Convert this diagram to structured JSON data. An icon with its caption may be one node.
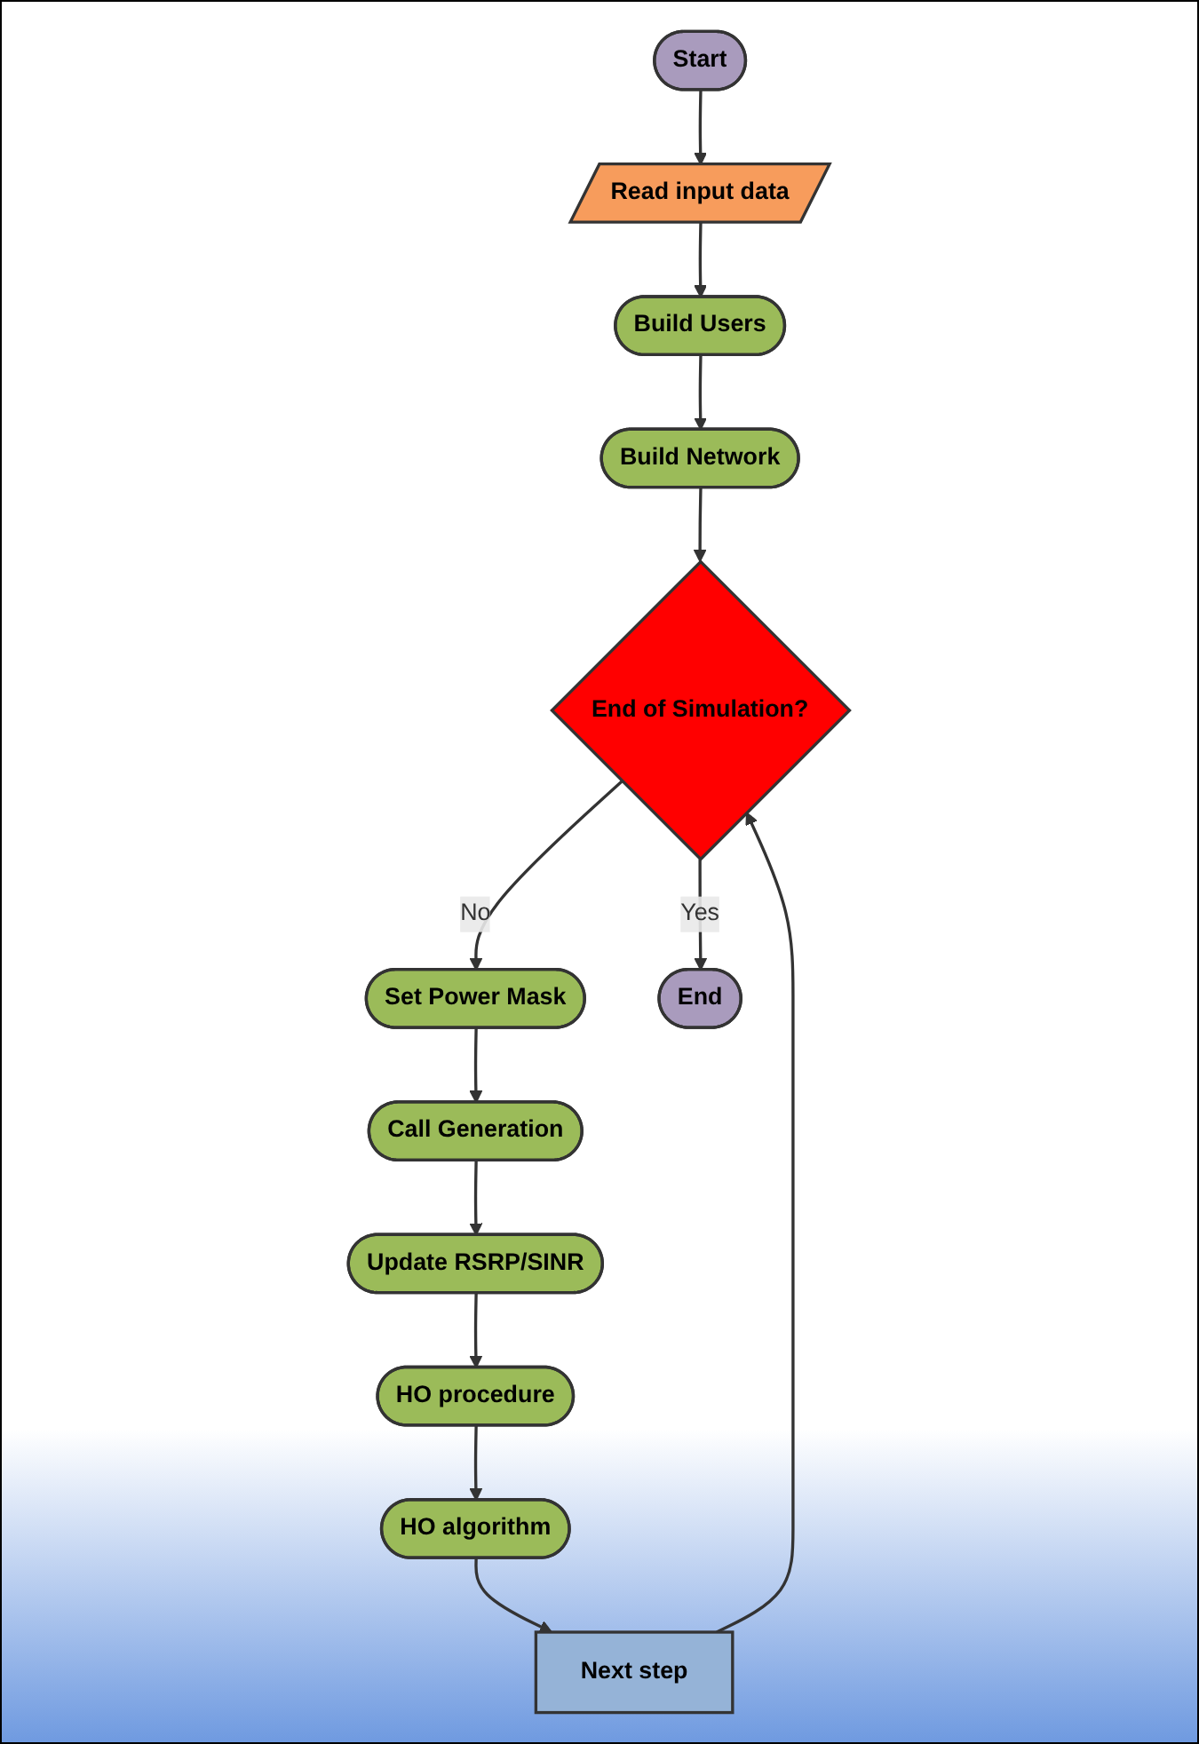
{
  "diagram": {
    "nodes": [
      {
        "text": [
          "Start"
        ]
      },
      {
        "text": [
          "Read input data"
        ]
      },
      {
        "text": [
          "Build Users"
        ]
      },
      {
        "text": [
          "Build Network"
        ]
      },
      {
        "text": [
          "End of Simulation?"
        ]
      },
      {
        "text": [
          "Set Power Mask"
        ]
      },
      {
        "text": [
          "End"
        ]
      },
      {
        "text": [
          "Call Generation"
        ]
      },
      {
        "text": [
          "Update RSRP/SINR"
        ]
      },
      {
        "text": [
          "HO procedure"
        ]
      },
      {
        "text": [
          "HO algorithm"
        ]
      },
      {
        "text": [
          "Next step"
        ]
      }
    ],
    "edges": [
      {
        "from": 0,
        "to": 1,
        "arrow": "to"
      },
      {
        "from": 1,
        "to": 2,
        "arrow": "to"
      },
      {
        "from": 2,
        "to": 3,
        "arrow": "to"
      },
      {
        "from": 3,
        "to": 4,
        "arrow": "to"
      },
      {
        "from": 4,
        "to": 5,
        "label": "No",
        "arrow": "to"
      },
      {
        "from": 4,
        "to": 6,
        "label": "Yes",
        "arrow": "to"
      },
      {
        "from": 5,
        "to": 7,
        "arrow": "to"
      },
      {
        "from": 7,
        "to": 8,
        "arrow": "to"
      },
      {
        "from": 8,
        "to": 9,
        "arrow": "to"
      },
      {
        "from": 9,
        "to": 10,
        "arrow": "to"
      },
      {
        "from": 10,
        "to": 11,
        "arrow": "to"
      },
      {
        "from": 11,
        "to": 4,
        "arrow": "to"
      }
    ]
  }
}
